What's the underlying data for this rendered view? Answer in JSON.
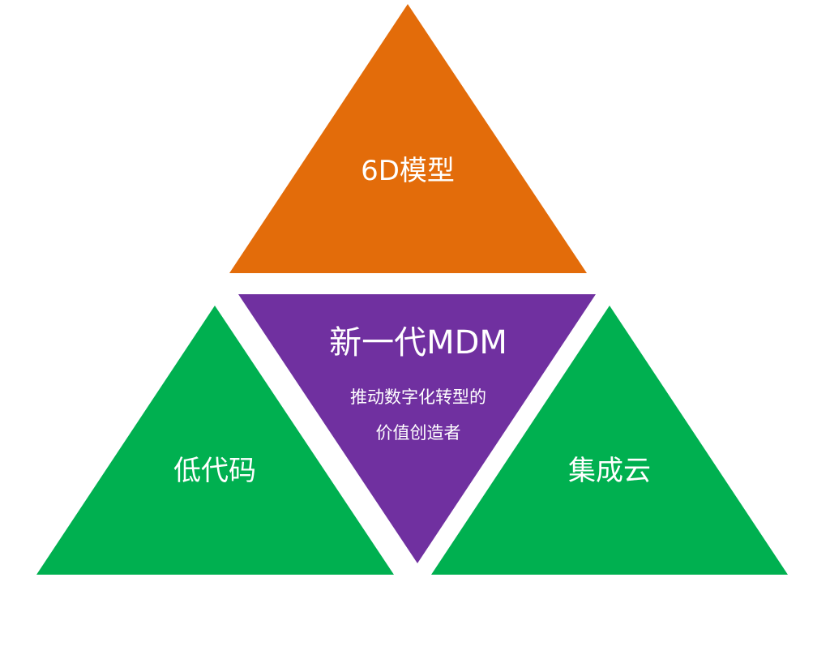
{
  "colors": {
    "top": "#E36C0A",
    "center": "#7030A0",
    "left": "#00B050",
    "right": "#00B050"
  },
  "top": {
    "label": "6D模型"
  },
  "center": {
    "title": "新一代MDM",
    "subtitle_line1": "推动数字化转型的",
    "subtitle_line2": "价值创造者"
  },
  "left": {
    "label": "低代码"
  },
  "right": {
    "label": "集成云"
  }
}
